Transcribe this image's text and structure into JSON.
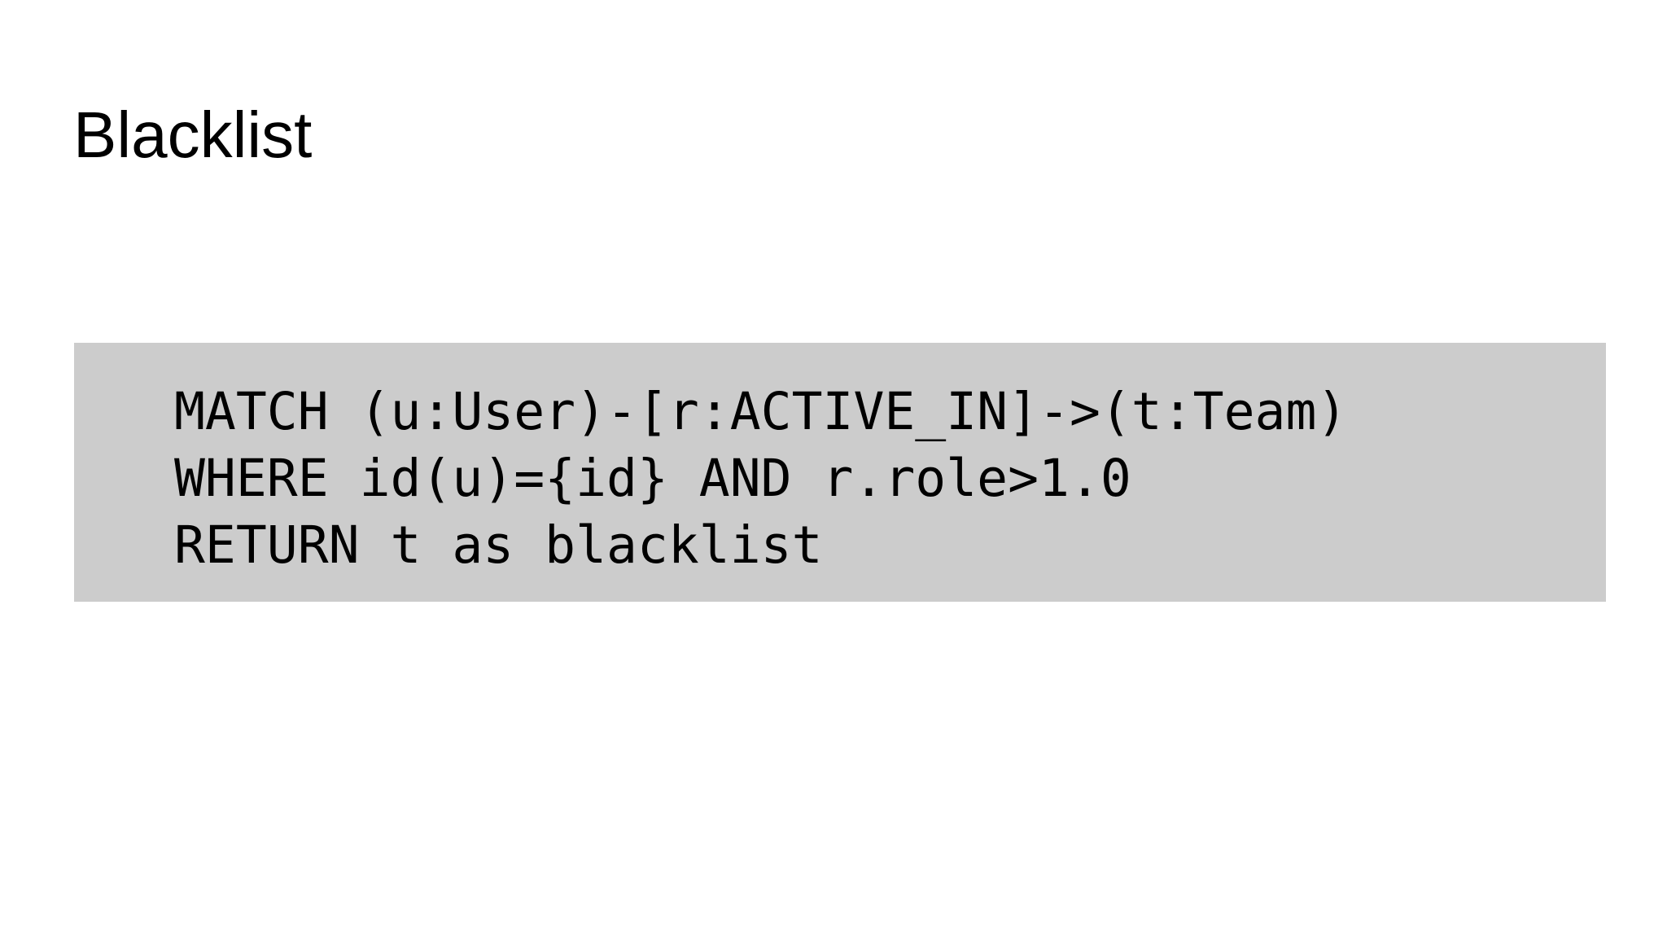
{
  "slide": {
    "title": "Blacklist",
    "code": {
      "lines": [
        "MATCH (u:User)-[r:ACTIVE_IN]->(t:Team)",
        "WHERE id(u)={id} AND r.role>1.0",
        "RETURN t as blacklist"
      ]
    }
  },
  "colors": {
    "background": "#ffffff",
    "code_background": "#cccccc",
    "text": "#000000"
  }
}
